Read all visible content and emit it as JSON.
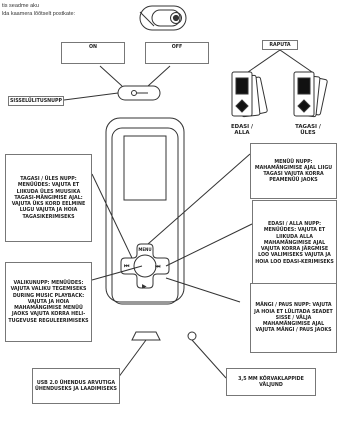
{
  "header": {
    "line1": "tis seadme aku",
    "line2": "lda kaamera lõõtselt postkate:"
  },
  "switch": {
    "on_label": "ON",
    "off_label": "OFF",
    "power_label": "SISSELÜLITUSNUPP"
  },
  "lock": {
    "raputa_label": "RAPUTA",
    "prev_label": "EDASI / ALLA",
    "next_label": "TAGASI / ÜLES"
  },
  "callouts": {
    "back_up": "TAGASI / ÜLES NUPP: MENÜÜDES: VAJUTA ET LIIKUDA ÜLES MUUSIKA TAGASI-MÄNGIMISE AJAL: VAJUTA ÜKS KORD EELMINE LUGU VAJUTA JA HOIA TAGASIKERIMISEKS",
    "menu": "MENÜÜ NUPP: MAHAMÄNGIMISE AJAL LIIGU TAGASI VAJUTA KORRA PEAMENÜÜ JAOKS",
    "forward_down": "EDASI / ALLA NUPP: MENÜÜDES: VAJUTA ET LIIKUDA ALLA MAHAMÄNGIMISE AJAL VAJUTA KORRA JÄRGMISE LOO VALIMISEKS VAJUTA JA HOIA LOO EDASI-KERIMISEKS",
    "select": "VALIKUNUPP: MENÜÜDES: VAJUTA VALIKU TEGEMISEKS DURING MUSIC PLAYBACK: VAJUTA JA HOIA MAHAMÄNGIMISE MENÜÜ JAOKS VAJUTA KORRA HELI-TUGEVUSE REGULEERIMISEKS",
    "play_pause": "MÄNGI / PAUS NUPP: VAJUTA JA HOIA ET LÜLITADA SEADET SISSE / VÄLJA MAHAMÄNGIMISE AJAL VAJUTA MÄNGI / PAUS JAOKS",
    "usb": "USB 2.0 ÜHENDUS ARVUTIGA ÜHENDUSEKS JA LAADIMISEKS",
    "headphone": "3,5 MM KÕRVAKLAPPIDE VÄLJUND"
  },
  "device": {
    "menu_label": "MENU"
  }
}
